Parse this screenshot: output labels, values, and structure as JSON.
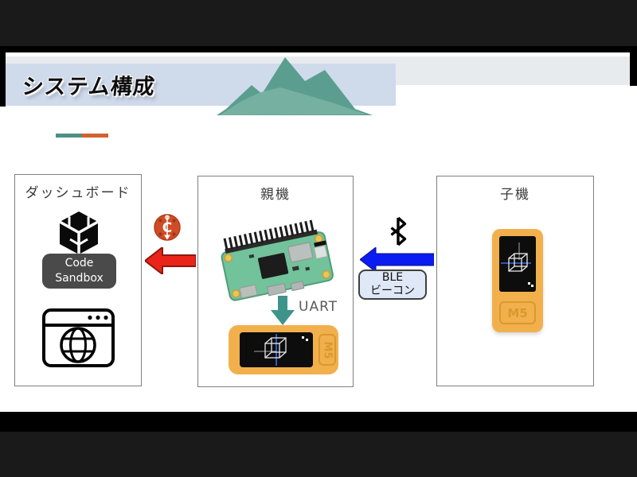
{
  "header": {
    "title": "システム構成",
    "banner_color": "#cfdaeb",
    "strip_color": "#e8ebee",
    "mountain_color": "#5b9e90",
    "divider_teal": "#4d8f86",
    "divider_orange": "#d2622e",
    "decoration_icon": "mountain-icon"
  },
  "boxes": {
    "dashboard": {
      "title": "ダッシュボード",
      "button_line1": "Code",
      "button_line2": "Sandbox",
      "button_bg": "#4a4a4a",
      "icons": [
        "codesandbox-cube-icon",
        "browser-globe-icon"
      ]
    },
    "parent": {
      "title": "親機",
      "device_image": "raspberry-pi-zero",
      "m5_label": "M5",
      "device_color": "#f2b04d"
    },
    "child": {
      "title": "子機",
      "m5_label": "M5",
      "device_color": "#f2b04d"
    }
  },
  "connections": {
    "parent_to_dashboard": {
      "arrow_color": "#ea2418",
      "icon": "c-logo-icon",
      "logo_letter": "C"
    },
    "child_to_parent": {
      "arrow_color": "#0b1cf2",
      "icon": "bluetooth-icon",
      "label_line1": "BLE",
      "label_line2": "ビーコン"
    },
    "pi_to_m5": {
      "arrow_color": "#3e948a",
      "label": "UART"
    }
  }
}
